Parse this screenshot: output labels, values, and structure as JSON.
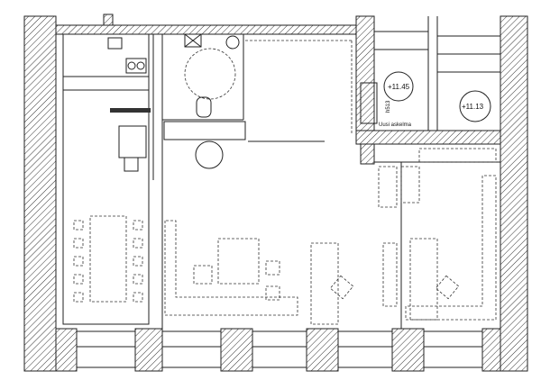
{
  "plan": {
    "level_labels": {
      "landing": "+11.45",
      "stair_room": "+11.13"
    },
    "step_note": "Uusi askelma",
    "dimension_note": "h513"
  }
}
